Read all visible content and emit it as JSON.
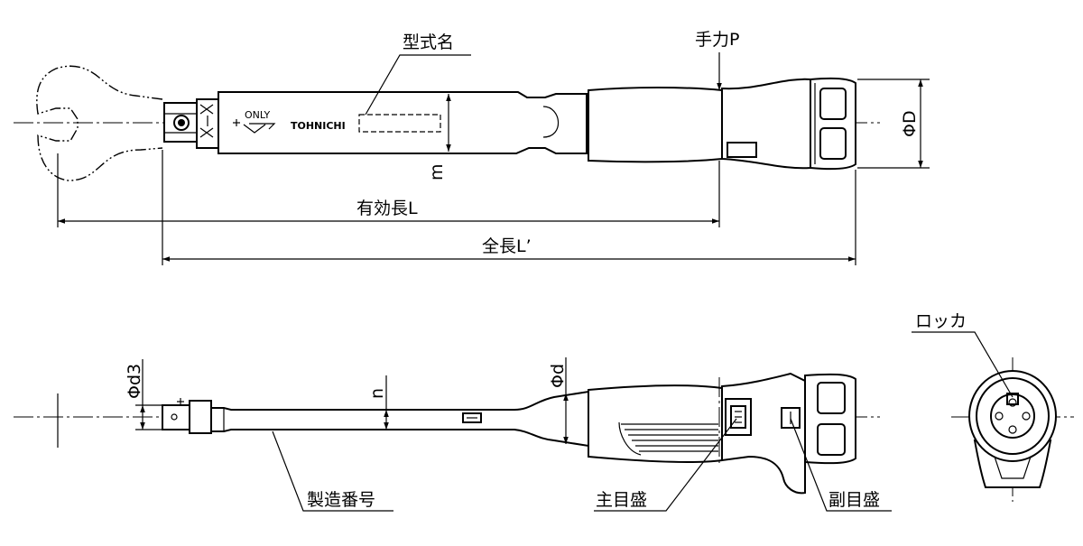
{
  "labels": {
    "model_name": "型式名",
    "hand_force": "手力P",
    "effective_length": "有効長L",
    "total_length": "全長L’",
    "outer_diameter": "ΦD",
    "height_m": "m",
    "thickness_n": "n",
    "head_diameter_d3": "Φd3",
    "shaft_diameter_d": "Φd",
    "serial_number": "製造番号",
    "main_scale": "主目盛",
    "sub_scale": "副目盛",
    "locker": "ロッカ"
  },
  "marks": {
    "only_text": "ONLY",
    "brand": "TOHNICHI"
  },
  "colors": {
    "line": "#000000",
    "background": "#ffffff"
  }
}
